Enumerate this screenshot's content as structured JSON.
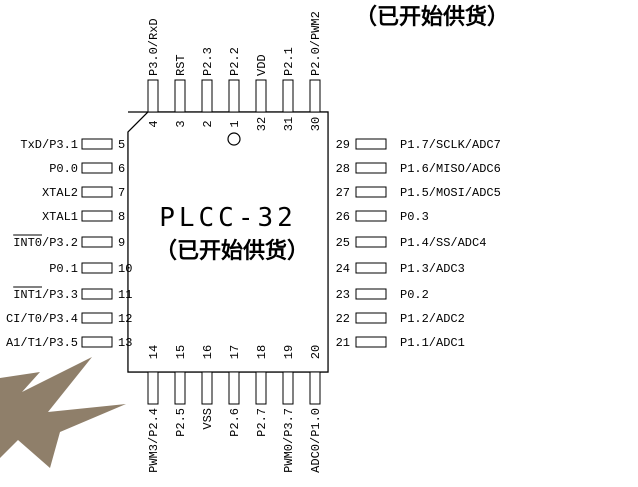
{
  "chip": {
    "package": "PLCC-32",
    "status_center": "（已开始供货）",
    "status_top": "（已开始供货）"
  },
  "pins": {
    "top": [
      {
        "num": "4",
        "label": "P3.0/RxD"
      },
      {
        "num": "3",
        "label": "RST"
      },
      {
        "num": "2",
        "label": "P2.3"
      },
      {
        "num": "1",
        "label": "P2.2"
      },
      {
        "num": "32",
        "label": "VDD"
      },
      {
        "num": "31",
        "label": "P2.1"
      },
      {
        "num": "30",
        "label": "P2.0/PWM2"
      }
    ],
    "left": [
      {
        "num": "5",
        "label": "TxD/P3.1",
        "overline": ""
      },
      {
        "num": "6",
        "label": "P0.0",
        "overline": ""
      },
      {
        "num": "7",
        "label": "XTAL2",
        "overline": ""
      },
      {
        "num": "8",
        "label": "XTAL1",
        "overline": ""
      },
      {
        "num": "9",
        "label": "INT0/P3.2",
        "overline": "INT0"
      },
      {
        "num": "10",
        "label": "P0.1",
        "overline": ""
      },
      {
        "num": "11",
        "label": "INT1/P3.3",
        "overline": "INT1"
      },
      {
        "num": "12",
        "label": "CI/T0/P3.4",
        "overline": ""
      },
      {
        "num": "13",
        "label": "A1/T1/P3.5",
        "overline": ""
      }
    ],
    "right": [
      {
        "num": "29",
        "label": "P1.7/SCLK/ADC7"
      },
      {
        "num": "28",
        "label": "P1.6/MISO/ADC6"
      },
      {
        "num": "27",
        "label": "P1.5/MOSI/ADC5"
      },
      {
        "num": "26",
        "label": "P0.3"
      },
      {
        "num": "25",
        "label": "P1.4/SS/ADC4"
      },
      {
        "num": "24",
        "label": "P1.3/ADC3"
      },
      {
        "num": "23",
        "label": "P0.2"
      },
      {
        "num": "22",
        "label": "P1.2/ADC2"
      },
      {
        "num": "21",
        "label": "P1.1/ADC1"
      }
    ],
    "bottom": [
      {
        "num": "14",
        "label": "PWM3/P2.4"
      },
      {
        "num": "15",
        "label": "P2.5"
      },
      {
        "num": "16",
        "label": "VSS"
      },
      {
        "num": "17",
        "label": "P2.6"
      },
      {
        "num": "18",
        "label": "P2.7"
      },
      {
        "num": "19",
        "label": "PWM0/P3.7"
      },
      {
        "num": "20",
        "label": "ADC0/P1.0"
      }
    ]
  },
  "colors": {
    "burst_fill": "#8f7f6a",
    "burst_edge": "#c9bfb2"
  }
}
